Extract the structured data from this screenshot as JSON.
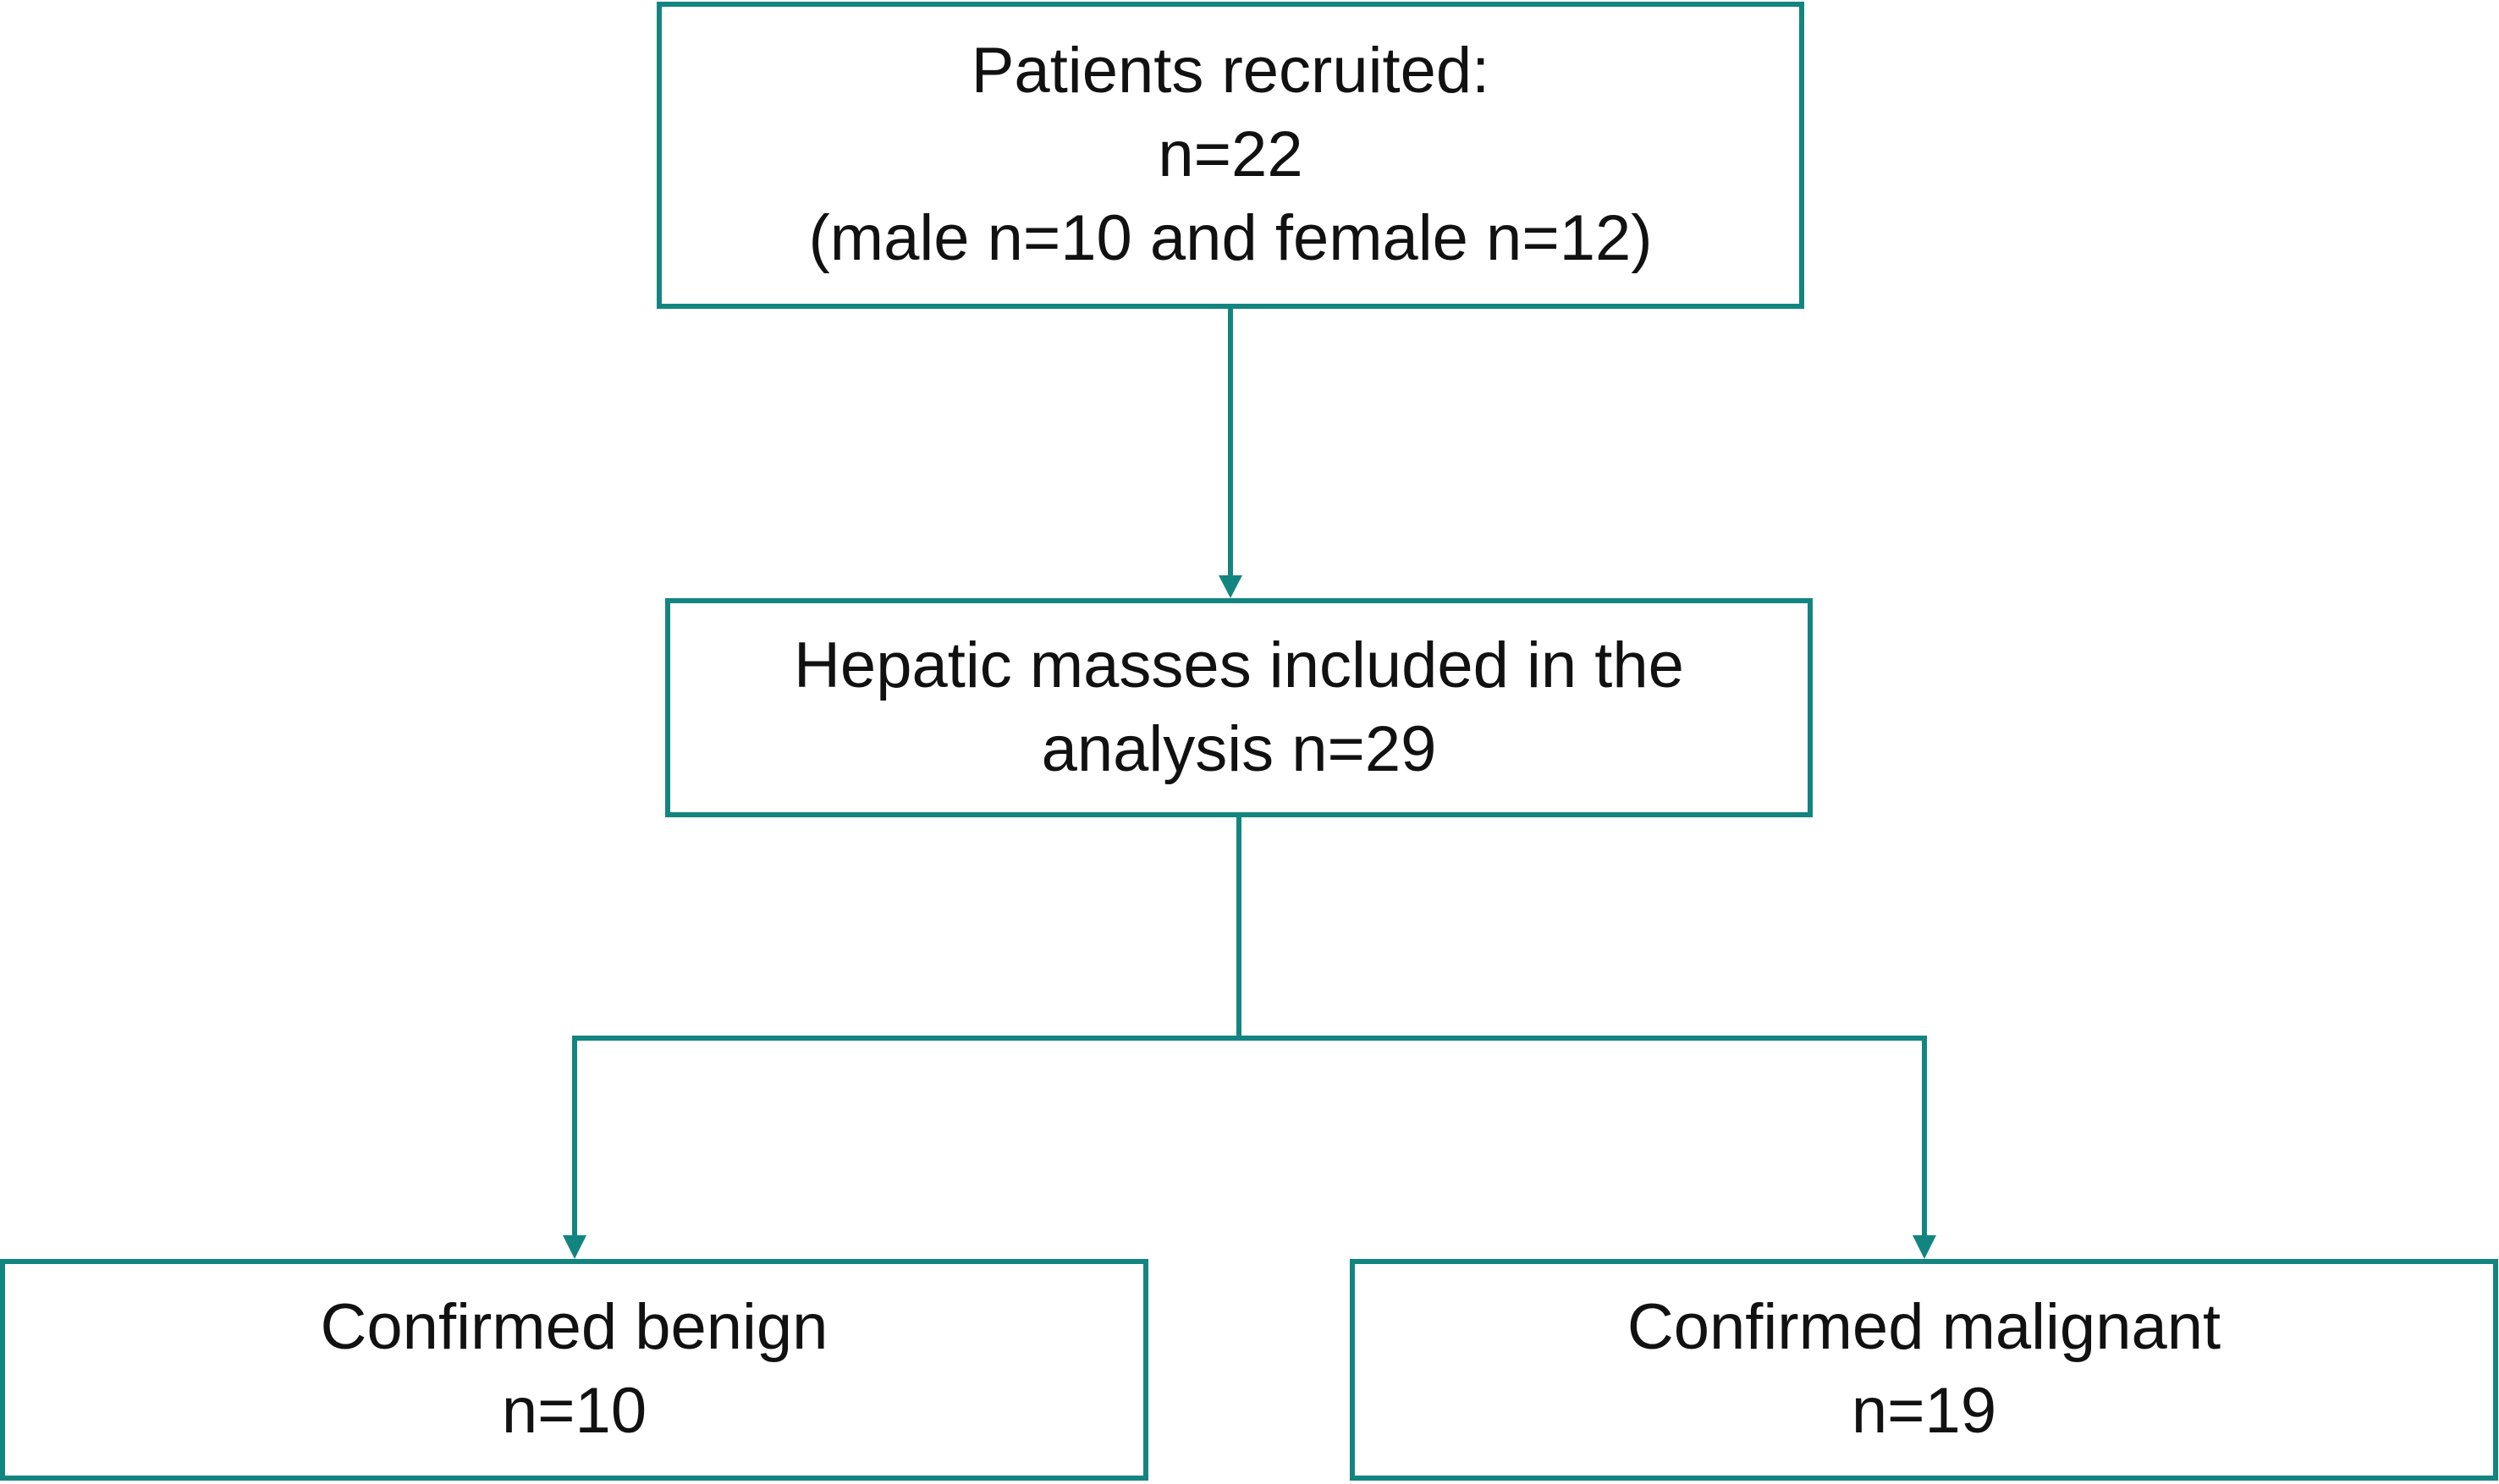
{
  "diagram": {
    "recruited": {
      "line1": "Patients recruited:",
      "line2": "n=22",
      "line3": "(male n=10 and female n=12)"
    },
    "included": {
      "line1": "Hepatic masses included in the",
      "line2": "analysis n=29"
    },
    "benign": {
      "line1": "Confirmed benign",
      "line2": "n=10"
    },
    "malignant": {
      "line1": "Confirmed malignant",
      "line2": "n=19"
    },
    "colors": {
      "border": "#138580",
      "text": "#111111"
    }
  }
}
